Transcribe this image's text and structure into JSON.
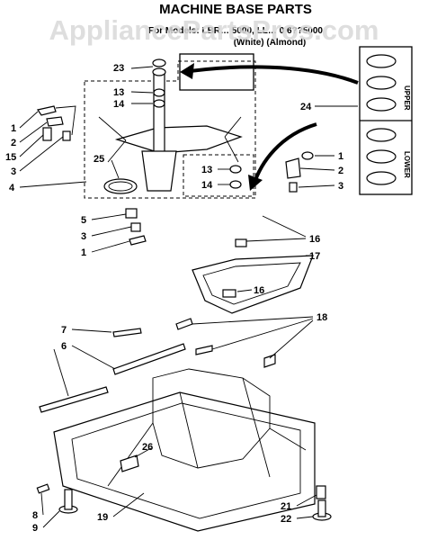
{
  "title": "MACHINE BASE PARTS",
  "subtitle_line1": "For Models: LBR… 5000, LL… 0 6??5000",
  "subtitle_line2": "(White)          (Almond)",
  "watermark": "AppliancePartsPros.com",
  "bearing_labels": {
    "upper": "UPPER",
    "lower": "LOWER"
  },
  "callouts": {
    "c1a": "1",
    "c2a": "2",
    "c15": "15",
    "c3a": "3",
    "c4": "4",
    "c23": "23",
    "c13a": "13",
    "c14a": "14",
    "c25": "25",
    "c13b": "13",
    "c14b": "14",
    "c5": "5",
    "c3b": "3",
    "c1b": "1",
    "c24": "24",
    "c1c": "1",
    "c2c": "2",
    "c3c": "3",
    "c16a": "16",
    "c17": "17",
    "c16b": "16",
    "c7": "7",
    "c6": "6",
    "c18": "18",
    "c26": "26",
    "c8": "8",
    "c9": "9",
    "c19": "19",
    "c21": "21",
    "c22": "22"
  }
}
